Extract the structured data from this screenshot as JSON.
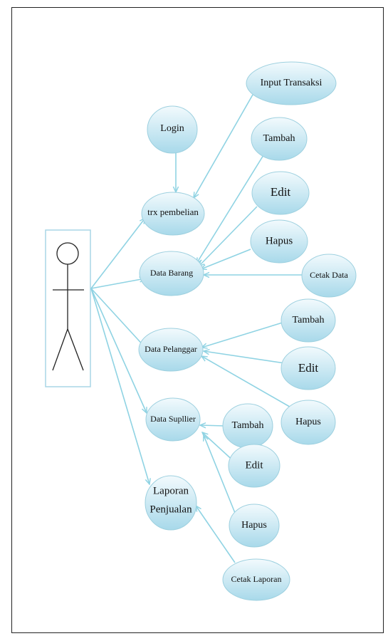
{
  "usecases": {
    "login": "Login",
    "input_transaksi": "Input Transaksi",
    "trx_pembelian": "trx pembelian",
    "tambah_1": "Tambah",
    "edit_1": "Edit",
    "hapus_1": "Hapus",
    "data_barang": "Data Barang",
    "cetak_data": "Cetak Data",
    "tambah_2": "Tambah",
    "data_pelanggar": "Data Pelanggar",
    "edit_2": "Edit",
    "hapus_2": "Hapus",
    "data_supllier": "Data Supllier",
    "tambah_3": "Tambah",
    "edit_3": "Edit",
    "hapus_3": "Hapus",
    "laporan_line1": "Laporan",
    "laporan_line2": "Penjualan",
    "cetak_laporan": "Cetak Laporan"
  },
  "colors": {
    "ellipse_light": "#f2fafd",
    "ellipse_dark": "#a8d9ea",
    "line": "#8fd3e3",
    "actor_box": "#a9d6e6"
  }
}
